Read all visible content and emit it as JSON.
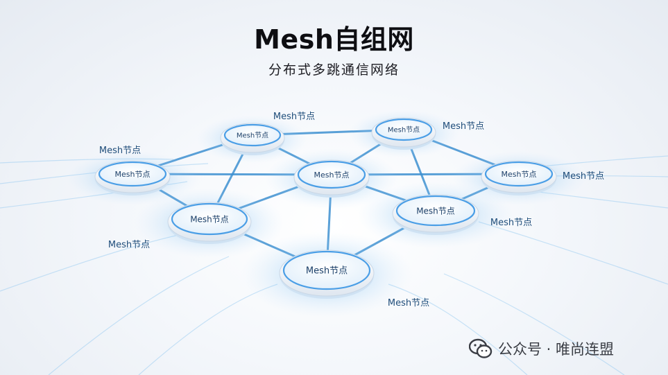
{
  "title": "Mesh自组网",
  "subtitle": "分布式多跳通信网络",
  "watermark": {
    "text": "公众号 · 唯尚连盟",
    "icon": "wechat-icon"
  },
  "colors": {
    "link": "#3d8fd0",
    "node_face": "#eef6fd",
    "node_rim": "#ffffff",
    "glow": "#4ba3ea",
    "label": "#1f4d7a"
  },
  "nodes": [
    {
      "id": "top-left",
      "label": "Mesh节点"
    },
    {
      "id": "top-right",
      "label": "Mesh节点"
    },
    {
      "id": "left",
      "label": "Mesh节点"
    },
    {
      "id": "center",
      "label": "Mesh节点"
    },
    {
      "id": "right",
      "label": "Mesh节点"
    },
    {
      "id": "mid-left",
      "label": "Mesh节点"
    },
    {
      "id": "mid-right",
      "label": "Mesh节点"
    },
    {
      "id": "bottom",
      "label": "Mesh节点"
    }
  ],
  "edges": [
    [
      "top-left",
      "top-right"
    ],
    [
      "top-left",
      "left"
    ],
    [
      "top-left",
      "center"
    ],
    [
      "top-left",
      "mid-left"
    ],
    [
      "top-right",
      "center"
    ],
    [
      "top-right",
      "right"
    ],
    [
      "top-right",
      "mid-right"
    ],
    [
      "left",
      "center"
    ],
    [
      "left",
      "mid-left"
    ],
    [
      "center",
      "right"
    ],
    [
      "center",
      "mid-left"
    ],
    [
      "center",
      "mid-right"
    ],
    [
      "center",
      "bottom"
    ],
    [
      "right",
      "mid-right"
    ],
    [
      "mid-left",
      "bottom"
    ],
    [
      "mid-right",
      "bottom"
    ]
  ],
  "external_labels": [
    {
      "id": "top-left",
      "text": "Mesh节点"
    },
    {
      "id": "top-right",
      "text": "Mesh节点"
    },
    {
      "id": "left",
      "text": "Mesh节点"
    },
    {
      "id": "right",
      "text": "Mesh节点"
    },
    {
      "id": "mid-left",
      "text": "Mesh节点"
    },
    {
      "id": "mid-right",
      "text": "Mesh节点"
    },
    {
      "id": "bottom",
      "text": "Mesh节点"
    }
  ]
}
